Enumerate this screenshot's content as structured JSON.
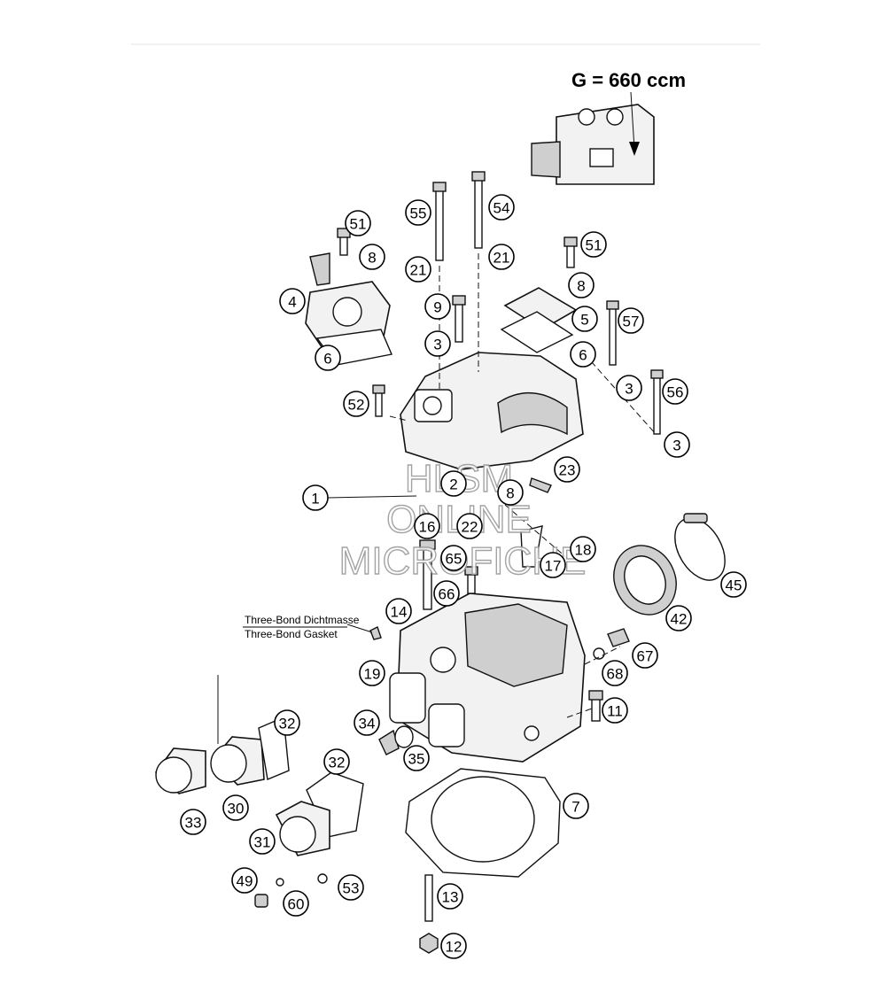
{
  "variant_label": "G = 660 ccm",
  "note": {
    "line1": "Three-Bond Dichtmasse",
    "line2": "Three-Bond Gasket"
  },
  "watermark": [
    "HLSM",
    "ONLINE",
    "MICROFICHE"
  ],
  "callouts": [
    {
      "id": "c1",
      "num": "1"
    },
    {
      "id": "c2",
      "num": "2"
    },
    {
      "id": "c3a",
      "num": "3"
    },
    {
      "id": "c3b",
      "num": "3"
    },
    {
      "id": "c3c",
      "num": "3"
    },
    {
      "id": "c4",
      "num": "4"
    },
    {
      "id": "c5",
      "num": "5"
    },
    {
      "id": "c6a",
      "num": "6"
    },
    {
      "id": "c6b",
      "num": "6"
    },
    {
      "id": "c7",
      "num": "7"
    },
    {
      "id": "c8a",
      "num": "8"
    },
    {
      "id": "c8b",
      "num": "8"
    },
    {
      "id": "c8c",
      "num": "8"
    },
    {
      "id": "c9",
      "num": "9"
    },
    {
      "id": "c11",
      "num": "11"
    },
    {
      "id": "c12",
      "num": "12"
    },
    {
      "id": "c13",
      "num": "13"
    },
    {
      "id": "c14",
      "num": "14"
    },
    {
      "id": "c16",
      "num": "16"
    },
    {
      "id": "c17",
      "num": "17"
    },
    {
      "id": "c18",
      "num": "18"
    },
    {
      "id": "c19",
      "num": "19"
    },
    {
      "id": "c21a",
      "num": "21"
    },
    {
      "id": "c21b",
      "num": "21"
    },
    {
      "id": "c22",
      "num": "22"
    },
    {
      "id": "c23",
      "num": "23"
    },
    {
      "id": "c30",
      "num": "30"
    },
    {
      "id": "c31",
      "num": "31"
    },
    {
      "id": "c32a",
      "num": "32"
    },
    {
      "id": "c32b",
      "num": "32"
    },
    {
      "id": "c33",
      "num": "33"
    },
    {
      "id": "c34",
      "num": "34"
    },
    {
      "id": "c35",
      "num": "35"
    },
    {
      "id": "c42",
      "num": "42"
    },
    {
      "id": "c45",
      "num": "45"
    },
    {
      "id": "c49",
      "num": "49"
    },
    {
      "id": "c51a",
      "num": "51"
    },
    {
      "id": "c51b",
      "num": "51"
    },
    {
      "id": "c52",
      "num": "52"
    },
    {
      "id": "c53",
      "num": "53"
    },
    {
      "id": "c54",
      "num": "54"
    },
    {
      "id": "c55",
      "num": "55"
    },
    {
      "id": "c56",
      "num": "56"
    },
    {
      "id": "c57",
      "num": "57"
    },
    {
      "id": "c60",
      "num": "60"
    },
    {
      "id": "c65",
      "num": "65"
    },
    {
      "id": "c66",
      "num": "66"
    },
    {
      "id": "c67",
      "num": "67"
    },
    {
      "id": "c68",
      "num": "68"
    }
  ]
}
